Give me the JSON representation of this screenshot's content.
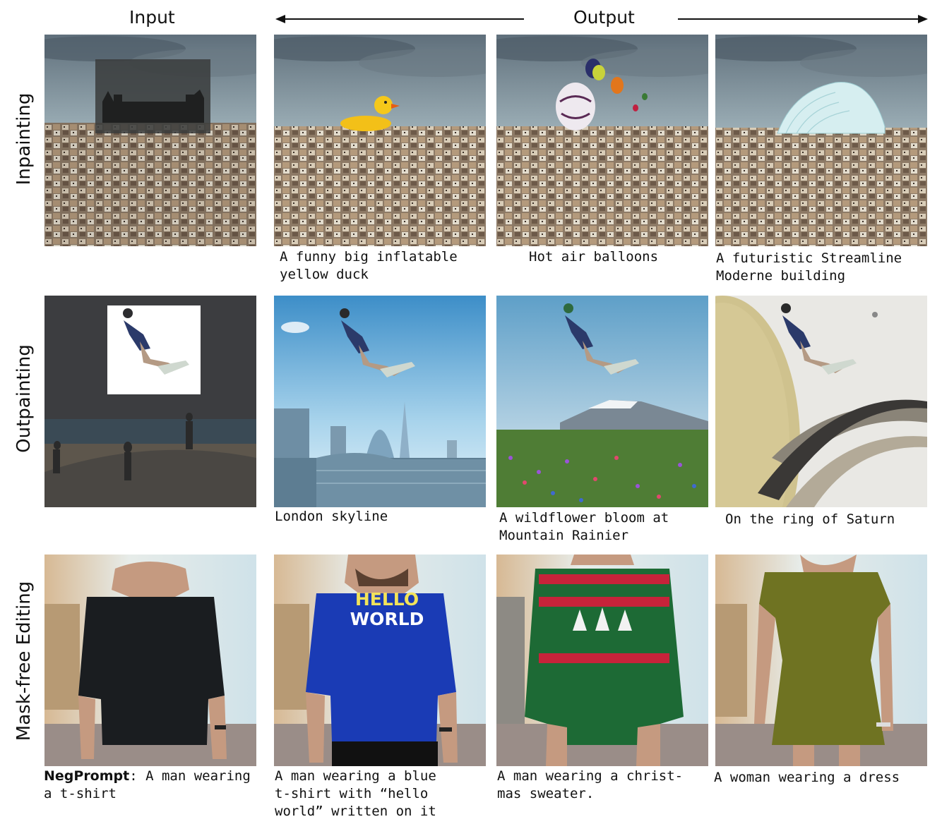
{
  "headers": {
    "input": "Input",
    "output": "Output"
  },
  "rows": {
    "inpainting": {
      "label": "Inpainting"
    },
    "outpainting": {
      "label": "Outpainting"
    },
    "maskfree": {
      "label": "Mask-free Editing"
    }
  },
  "captions": {
    "inpaint_1_l1": "A funny big inflatable",
    "inpaint_1_l2": "yellow duck",
    "inpaint_2": "Hot air balloons",
    "inpaint_3_l1": "A futuristic Streamline",
    "inpaint_3_l2": "Moderne building",
    "outpaint_1": "London skyline",
    "outpaint_2_l1": "A wildflower bloom at",
    "outpaint_2_l2": "Mountain Rainier",
    "outpaint_3": "On the ring of Saturn",
    "mask_input_bold": "NegPrompt",
    "mask_input_rest_l1": ": A man wearing",
    "mask_input_l2": "a t-shirt",
    "mask_1_l1": "A man wearing a blue",
    "mask_1_l2": "t-shirt with “hello",
    "mask_1_l3": "world” written on it",
    "mask_2_l1": "A man wearing a christ-",
    "mask_2_l2": "mas sweater.",
    "mask_3": "A woman wearing a dress"
  },
  "shirt_text": {
    "line1": "HELLO",
    "line2": "WORLD"
  }
}
